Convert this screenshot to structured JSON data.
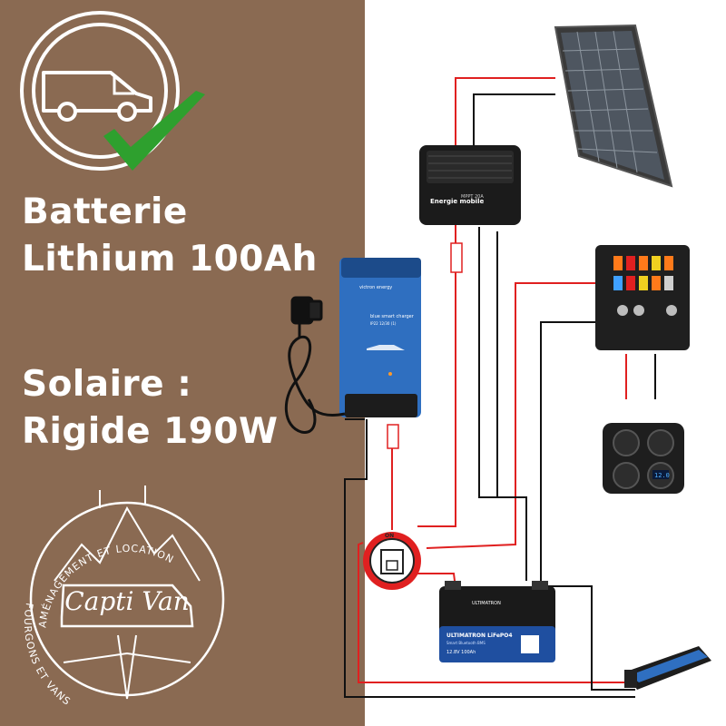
{
  "headings": {
    "battery_line1": "Batterie",
    "battery_line2": "Lithium 100Ah",
    "solar_line1": "Solaire :",
    "solar_line2": "Rigide 190W"
  },
  "logo": {
    "brand": "Capti Van",
    "arc_top": "AMÉNAGEMENT ET LOCATION",
    "arc_bottom": "FOURGONS ET VANS"
  },
  "labels": {
    "charger_brand": "victron energy",
    "charger_model": "blue smart charger",
    "charger_spec": "IP22 12/30 (1)",
    "regulator_brand": "Energie mobile",
    "regulator_model": "MPPT 20A",
    "battery_model": "ULTIMATRON LiFePO4",
    "battery_sub": "Smart Bluetooth BMS",
    "battery_spec": "12.8V 100Ah",
    "battery_brand": "ULTIMATRON",
    "switch_on": "ON",
    "usb_display": "12.0"
  },
  "colors": {
    "panel_bg": "#8a6a52",
    "wire_positive": "#e02020",
    "wire_negative": "#111111",
    "check": "#2ea02e",
    "charger_blue": "#2f6fc0",
    "battery_blue": "#1f4fa0"
  }
}
